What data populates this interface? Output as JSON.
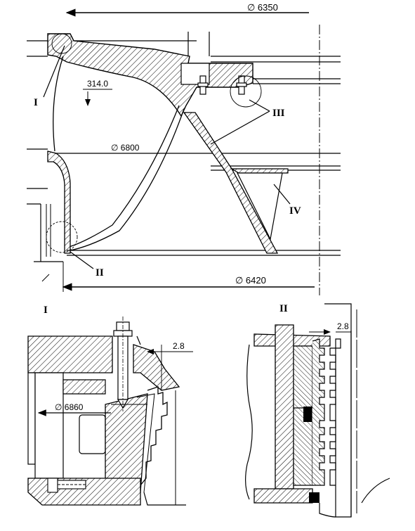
{
  "drawing": {
    "dimensions": {
      "dia_top": "∅ 6350",
      "dia_mid": "∅ 6800",
      "dia_bottom": "∅ 6420",
      "height_314": "314.0",
      "detail_i_dia": "∅ 6860",
      "detail_i_gap": "2.8",
      "detail_ii_gap": "2.8"
    },
    "callouts": {
      "c1": "I",
      "c2": "II",
      "c3": "III",
      "c4": "IV"
    },
    "detail_titles": {
      "detail_i": "I",
      "detail_ii": "II"
    }
  }
}
